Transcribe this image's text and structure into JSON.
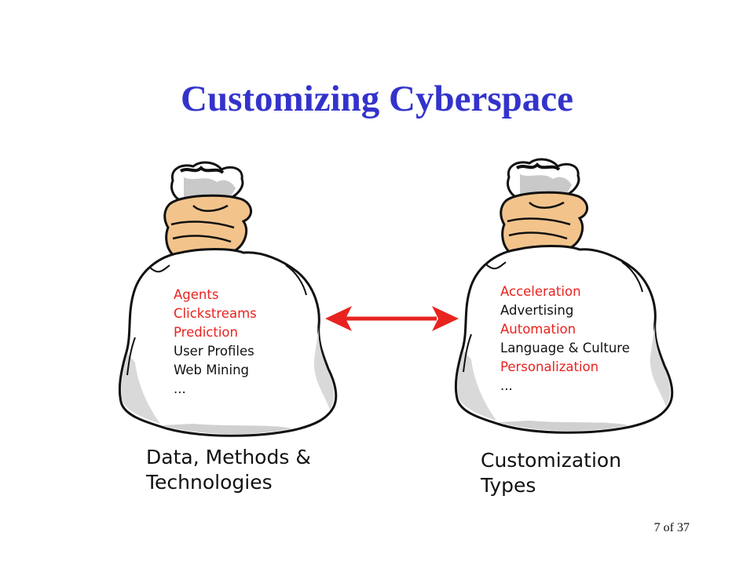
{
  "title": "Customizing Cyberspace",
  "colors": {
    "title": "#3333cc",
    "highlight": "#e8231f",
    "text": "#111111",
    "arrow": "#e8231f",
    "bag_fill": "#ffffff",
    "bag_shadow": "#d9d9d9",
    "hand": "#f2c48c"
  },
  "left_bag": {
    "items": [
      {
        "text": "Agents",
        "highlighted": true
      },
      {
        "text": "Clickstreams",
        "highlighted": true
      },
      {
        "text": "Prediction",
        "highlighted": true
      },
      {
        "text": "User Profiles",
        "highlighted": false
      },
      {
        "text": "Web Mining",
        "highlighted": false
      },
      {
        "text": "...",
        "highlighted": false
      }
    ],
    "caption_line1": "Data, Methods &",
    "caption_line2": "Technologies"
  },
  "right_bag": {
    "items": [
      {
        "text": "Acceleration",
        "highlighted": true
      },
      {
        "text": "Advertising",
        "highlighted": false
      },
      {
        "text": "Automation",
        "highlighted": true
      },
      {
        "text": "Language & Culture",
        "highlighted": false
      },
      {
        "text": "Personalization",
        "highlighted": true
      },
      {
        "text": "...",
        "highlighted": false
      }
    ],
    "caption_line1": "Customization",
    "caption_line2": "Types"
  },
  "connector": {
    "icon": "double-headed-arrow-icon"
  },
  "page_number": "7 of 37"
}
